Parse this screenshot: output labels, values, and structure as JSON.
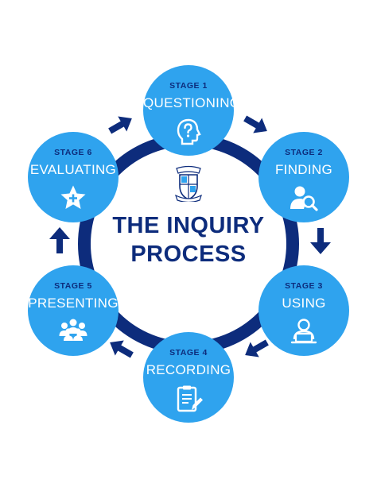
{
  "title": {
    "line1": "THE INQUIRY",
    "line2": "PROCESS"
  },
  "stages": [
    {
      "stage": "STAGE 1",
      "name": "QUESTIONING",
      "icon": "question-head-icon"
    },
    {
      "stage": "STAGE 2",
      "name": "FINDING",
      "icon": "person-search-icon"
    },
    {
      "stage": "STAGE 3",
      "name": "USING",
      "icon": "person-laptop-icon"
    },
    {
      "stage": "STAGE 4",
      "name": "RECORDING",
      "icon": "clipboard-pen-icon"
    },
    {
      "stage": "STAGE 5",
      "name": "PRESENTING",
      "icon": "group-icon"
    },
    {
      "stage": "STAGE 6",
      "name": "EVALUATING",
      "icon": "star-plus-icon"
    }
  ],
  "colors": {
    "stage_fill": "#2fa3ee",
    "ring": "#0d2c7c",
    "title": "#0d2c7c",
    "stage_number": "#0d2c7c",
    "stage_name": "#ffffff"
  }
}
